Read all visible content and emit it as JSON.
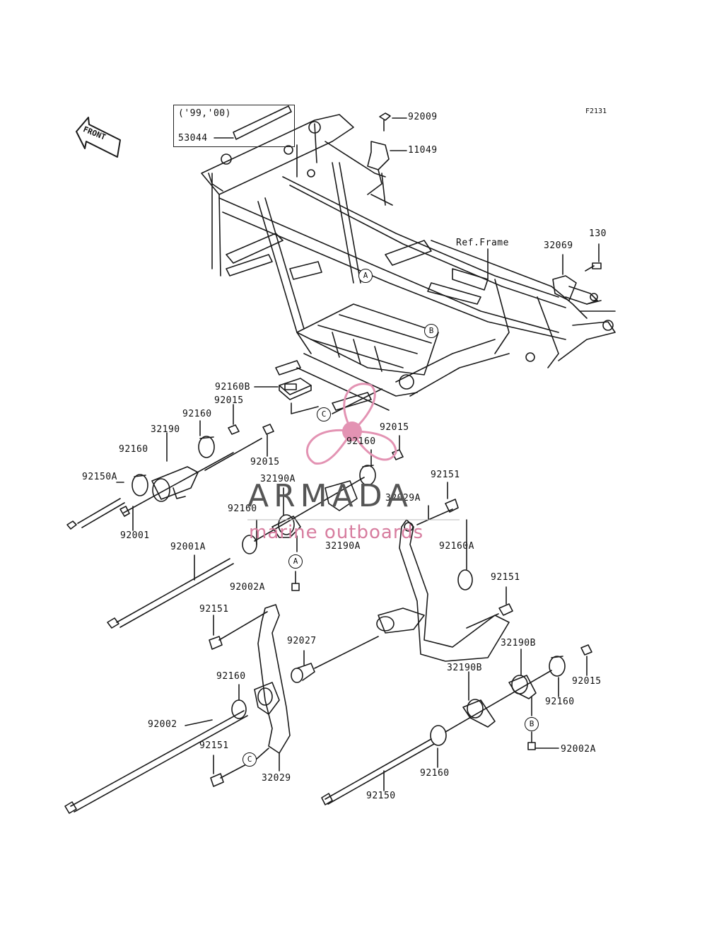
{
  "diagram_code": "F2131",
  "front_label": "FRONT",
  "note_box": {
    "years": "('99,'00)",
    "part": "53044"
  },
  "ref_frame": "Ref.Frame",
  "watermark": {
    "brand": "ARMADA",
    "tagline": "marine outboards",
    "logo": "propeller-logo"
  },
  "callouts": [
    "A",
    "A",
    "B",
    "B",
    "C",
    "C"
  ],
  "parts": [
    "92009",
    "11049",
    "130",
    "32069",
    "92160B",
    "92015",
    "92160",
    "32190",
    "92160",
    "92150A",
    "92001",
    "92015",
    "92015",
    "92160",
    "32190A",
    "92160",
    "32190A",
    "92001A",
    "92002A",
    "92151",
    "32029A",
    "92160A",
    "92151",
    "92151",
    "92027",
    "92160",
    "92002",
    "92151",
    "32029",
    "32190B",
    "92015",
    "32190B",
    "92160",
    "92002A",
    "92160",
    "92150"
  ]
}
